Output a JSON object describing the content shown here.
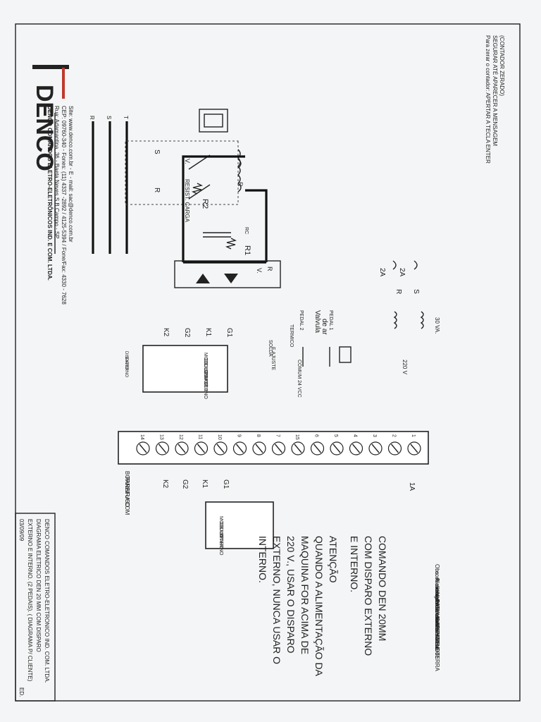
{
  "company": {
    "logo_text": "DENCO",
    "name": "DENCO COMANDOS ELETRO-ELETRÔNICOS IND. E COM. LTDA.",
    "address": "Rua: Adamantina, 36 - Baeta Neves S.B.Campo - SP",
    "phones": "CEP: 09760-340 - Fones: (11) 4337 -2892 / 4125-5394 / Fone/Fax: 4330 - 7628",
    "web": "Site: www.denco.com.br  -  E - mail: sac@denco.com.br"
  },
  "instructions": {
    "line1": "Para zerar o contador: APERTAR A TECLA ENTER",
    "line2": "SEGURAR ATÉ APARECER A MENSAGEM",
    "line3": "(CONTADOR ZERADO)"
  },
  "obs": {
    "l1": "Obs: Alimentar o comando decocordo",
    "l2": "com o diagrama elétrico.",
    "l3": "A alimentacao deve ser feita",
    "l4": "átroves do transformador.",
    "l5": "NUNCA USAR FASE E TERRA",
    "l6": "PARA ALIMENTA-LO."
  },
  "notes": {
    "n1": "COMANDO DEN 20MM",
    "n2": "COM DISPARO  EXTERNO",
    "n3": "E INTERNO.",
    "n4": "ATENÇÃO",
    "n5": "QUANDO A ALIMENTAÇÃO DA",
    "n6": "MAQUINA  FOR ACIMA DE",
    "n7": "220 V., USAR O DISPARO",
    "n8": "EXTERNO, NUNCA USAR O",
    "n9": "INTERNO."
  },
  "title_block": {
    "l1": "DENCO COMANDOS ELETRO-ELETRONICO IND. COM. LTDA.",
    "l2": "DIAGRAMA ELETRICO   DEN 20 MM COM DISPARO",
    "l3": "EXTERNO E INTERNO. (2 PEDAIS).   ( DIAGRAMA P/ CLIENTE)",
    "date": "03/09/09",
    "ed": "ED."
  },
  "labels": {
    "R": "R",
    "S": "S",
    "T": "T",
    "V": "V.",
    "resist": "RESIST. CARGA",
    "R2": "R2",
    "R1": "R1",
    "RC": "RC",
    "fuse2a": "2A",
    "fuse1a": "1A",
    "trafo": "30 VA.",
    "v220": "220 V",
    "valve1": "Valvula",
    "valve2": "de ar",
    "pedal1": "PEDAL 1",
    "pedal2": "PEDAL 2",
    "comum": "COMUM 24 VCC",
    "termico": "TERMICO",
    "solda1": "SOLDA",
    "solda2": "E AJUSTE",
    "mod_a1": "MODULO",
    "mod_a2": "DE",
    "mod_a3": "DISPARO",
    "mod_a4": "DEN 3/10",
    "mod_a5": "EXTERNO",
    "disp_ext1": "DISPARO",
    "disp_ext2": "EXTERNO",
    "mod_b1": "MODULO",
    "mod_b2": "DE",
    "mod_b3": "DISPARO",
    "mod_b4": "INTERNO",
    "borneira1": "BORNEIRA COM",
    "borneira2": "PARAFUSO",
    "G1": "G1",
    "K1": "K1",
    "G2": "G2",
    "K2": "K2",
    "p2": "2",
    "p3": "3",
    "p10": "10",
    "p9": "9",
    "p5": "5",
    "p7": "7"
  },
  "terminals": [
    "1",
    "2",
    "3",
    "4",
    "5",
    "6",
    "15",
    "7",
    "8",
    "9",
    "10",
    "11",
    "12",
    "13",
    "14"
  ]
}
